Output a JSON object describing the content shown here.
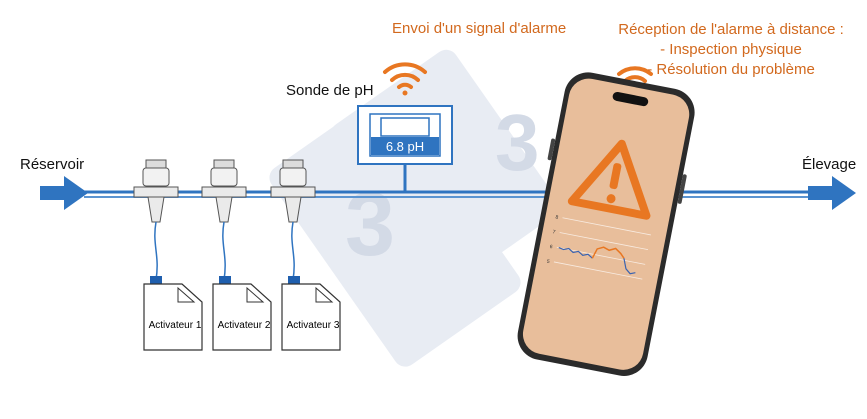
{
  "labels": {
    "alarm_signal": "Envoi d'un signal d'alarme",
    "remote_reception": "Réception de l'alarme à distance :",
    "remote_items": [
      "- Inspection physique",
      "- Résolution du problème"
    ],
    "probe": "Sonde de pH",
    "probe_reading": "6.8 pH",
    "reservoir": "Réservoir",
    "elevage": "Élevage",
    "activators": [
      "Activateur 1",
      "Activateur 2",
      "Activateur 3"
    ]
  },
  "phone_chart": {
    "y_ticks": [
      "8",
      "7",
      "6",
      "5"
    ]
  },
  "colors": {
    "pipe": "#2f74c0",
    "accent": "#e87722",
    "text_orange": "#d2691e",
    "phone_screen": "#f6c9a4",
    "watermark": "#e5e9f1"
  },
  "icons": {
    "wifi_left": "wifi-icon",
    "wifi_right": "wifi-icon",
    "warning": "warning-triangle-icon"
  }
}
